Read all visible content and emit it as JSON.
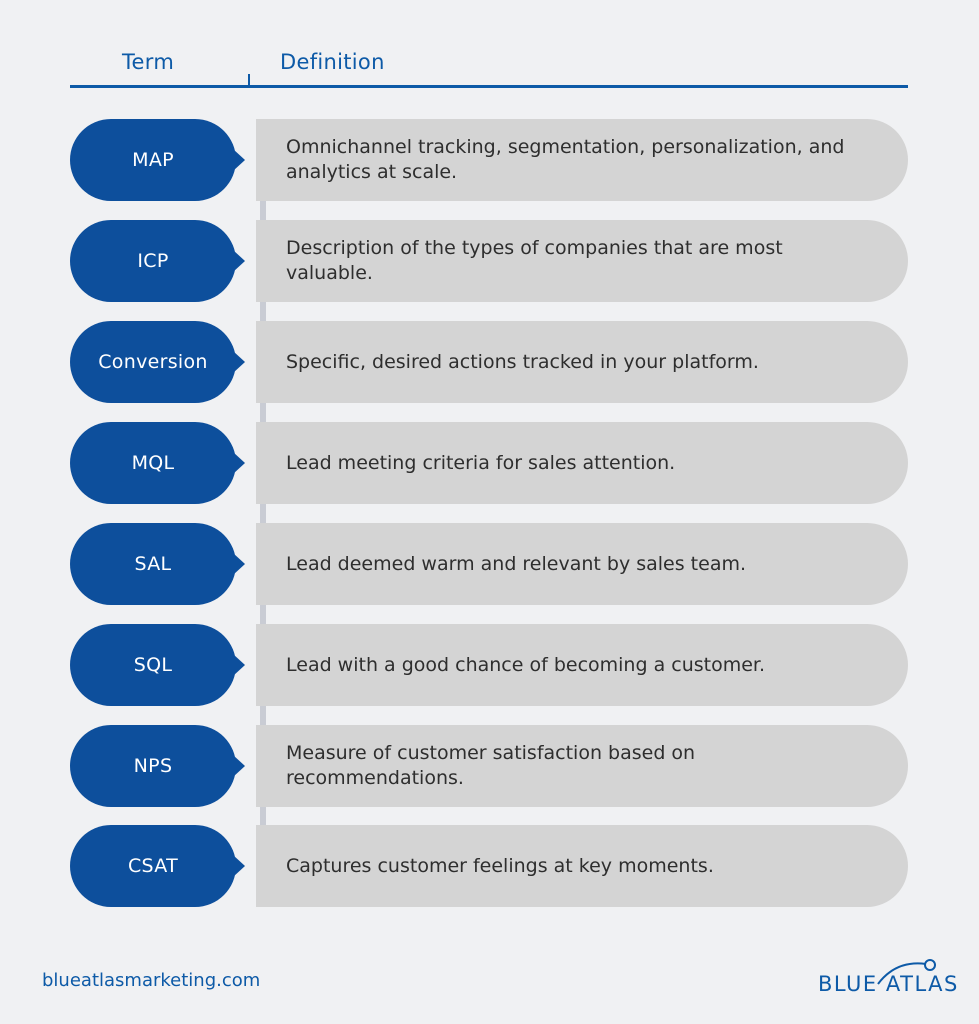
{
  "header": {
    "term_label": "Term",
    "definition_label": "Definition"
  },
  "rows": [
    {
      "term": "MAP",
      "definition": "Omnichannel tracking, segmentation, personalization, and analytics at scale."
    },
    {
      "term": "ICP",
      "definition": "Description of the types of companies that are most valuable."
    },
    {
      "term": "Conversion",
      "definition": "Specific, desired actions tracked in your platform."
    },
    {
      "term": "MQL",
      "definition": "Lead meeting criteria for sales attention."
    },
    {
      "term": "SAL",
      "definition": "Lead deemed warm and relevant by sales team."
    },
    {
      "term": "SQL",
      "definition": "Lead with a good chance of becoming a customer."
    },
    {
      "term": "NPS",
      "definition": "Measure of customer satisfaction based on recommendations."
    },
    {
      "term": "CSAT",
      "definition": "Captures customer feelings at key moments."
    }
  ],
  "footer": {
    "url": "blueatlasmarketing.com",
    "logo_text": "BLUE ATLAS"
  },
  "colors": {
    "brand_blue": "#0d4f9c",
    "header_blue": "#0d5aa7",
    "definition_bg": "#d4d4d4",
    "page_bg": "#f0f1f3"
  }
}
